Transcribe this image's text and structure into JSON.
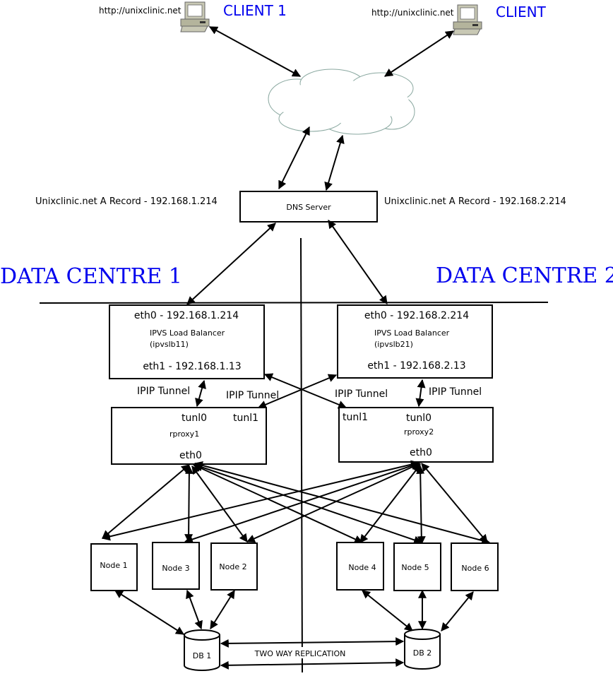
{
  "clients": [
    {
      "label": "CLIENT 1",
      "url": "http://unixclinic.net",
      "icon": "computer-icon"
    },
    {
      "label": "CLIENT",
      "url": "http://unixclinic.net",
      "icon": "computer-icon"
    }
  ],
  "internet": {
    "icon": "cloud-icon"
  },
  "dns": {
    "label": "DNS Server",
    "record_left": "Unixclinic.net A Record - 192.168.1.214",
    "record_right": "Unixclinic.net A Record - 192.168.2.214"
  },
  "datacentres": [
    {
      "title": "DATA CENTRE 1",
      "lb": {
        "eth0": "eth0 - 192.168.1.214",
        "name": "IPVS Load Balancer",
        "host": "(ipvslb11)",
        "eth1": "eth1 - 192.168.1.13"
      },
      "tunnel_label": "IPIP Tunnel",
      "cross_tunnel_label": "IPIP Tunnel",
      "proxy": {
        "tunl0": "tunl0",
        "tunl1": "tunl1",
        "name": "rproxy1",
        "eth0": "eth0"
      },
      "nodes": [
        "Node 1",
        "Node 3",
        "Node 2"
      ],
      "db": "DB 1"
    },
    {
      "title": "DATA CENTRE 2",
      "lb": {
        "eth0": "eth0 - 192.168.2.214",
        "name": "IPVS Load Balancer",
        "host": "(ipvslb21)",
        "eth1": "eth1 - 192.168.2.13"
      },
      "tunnel_label": "IPIP Tunnel",
      "cross_tunnel_label": "IPIP Tunnel",
      "proxy": {
        "tunl0": "tunl0",
        "tunl1": "tunl1",
        "name": "rproxy2",
        "eth0": "eth0"
      },
      "nodes": [
        "Node 4",
        "Node 5",
        "Node 6"
      ],
      "db": "DB 2"
    }
  ],
  "replication_label": "TWO WAY REPLICATION"
}
